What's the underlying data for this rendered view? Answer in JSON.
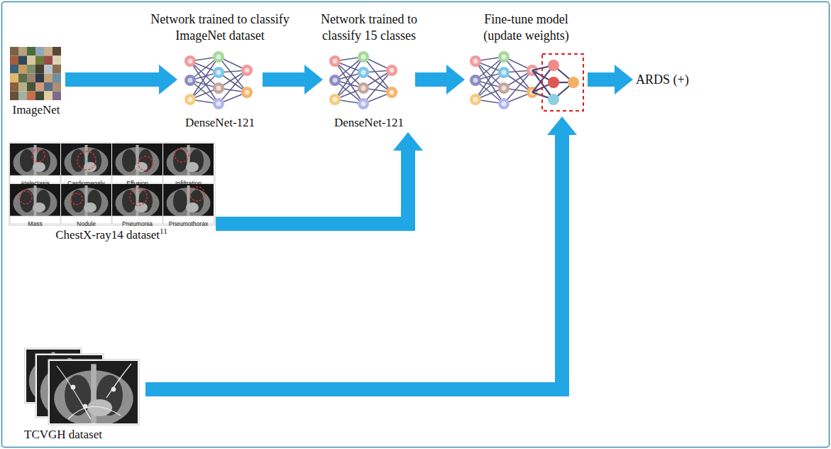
{
  "diagram": {
    "nodes": [
      {
        "text": [
          "ImageNet"
        ]
      },
      {
        "text": [
          "Network trained to classify ImageNet dataset",
          "DenseNet-121"
        ]
      },
      {
        "text": [
          "Network trained to classify 15 classes",
          "DenseNet-121"
        ]
      },
      {
        "text": [
          "Fine-tune model (update weights)"
        ]
      },
      {
        "text": [
          "ARDS (+)"
        ]
      },
      {
        "text": [
          "ChestX-ray14 dataset",
          "11"
        ]
      },
      {
        "text": [
          "TCVGH dataset"
        ]
      }
    ],
    "edges": [
      {
        "from": 0,
        "to": 1,
        "arrow": "to"
      },
      {
        "from": 1,
        "to": 2,
        "arrow": "to"
      },
      {
        "from": 2,
        "to": 3,
        "arrow": "to"
      },
      {
        "from": 3,
        "to": 4,
        "arrow": "to"
      },
      {
        "from": 5,
        "to": 2,
        "arrow": "to"
      },
      {
        "from": 6,
        "to": 3,
        "arrow": "to"
      }
    ],
    "labels": [
      "Atelectasis",
      "Cardiomegaly",
      "Effusion",
      "Infiltration",
      "Mass",
      "Nodule",
      "Pneumonia",
      "Pneumothorax"
    ]
  }
}
